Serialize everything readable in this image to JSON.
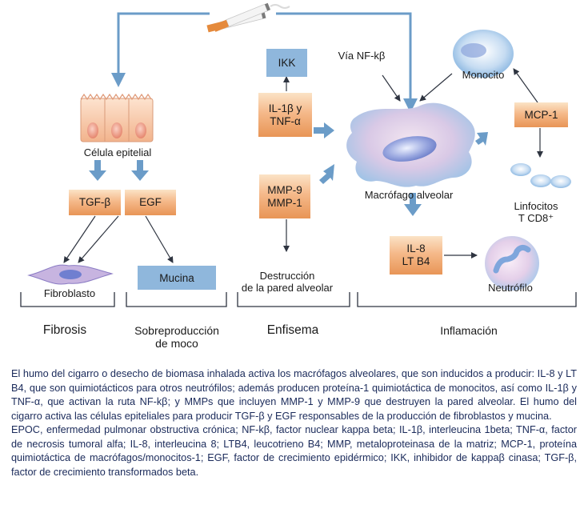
{
  "diagram": {
    "boxes": {
      "ikk": "IKK",
      "il1_tnf_l1": "IL-1β y",
      "il1_tnf_l2": "TNF-α",
      "mmp_l1": "MMP-9",
      "mmp_l2": "MMP-1",
      "mcp1": "MCP-1",
      "tgfb": "TGF-β",
      "egf": "EGF",
      "il8_l1": "IL-8",
      "il8_l2": "LT B4",
      "mucina": "Mucina"
    },
    "labels": {
      "nfkb": "Vía NF-kβ",
      "monocito": "Monocito",
      "celula_epitelial": "Célula epitelial",
      "macrofago": "Macrófago alveolar",
      "linfocitos_l1": "Linfocitos",
      "linfocitos_l2": "T CD8⁺",
      "fibroblasto": "Fibroblasto",
      "neutrofilo": "Neutrófilo",
      "destruccion_l1": "Destrucción",
      "destruccion_l2": "de la pared alveolar"
    },
    "categories": {
      "fibrosis": "Fibrosis",
      "sobreproduccion_l1": "Sobreproducción",
      "sobreproduccion_l2": "de moco",
      "enfisema": "Enfisema",
      "inflamacion": "Inflamación"
    },
    "colors": {
      "arrow_blue": "#6b9cc8",
      "arrow_dark": "#2e3440",
      "box_orange": "#ef9f60",
      "box_blue": "#8fb7dc"
    }
  },
  "caption": {
    "paragraph_1": "El humo del cigarro o desecho de biomasa inhalada activa los macrófagos alveolares, que son inducidos a producir: IL-8 y LT B4, que son quimiotácticos para otros neutrófilos; además producen proteína-1 quimiotáctica de monocitos, así como IL-1β y TNF-α, que activan la ruta NF-kβ; y MMPs que incluyen MMP-1 y MMP-9 que destruyen la pared alveolar. El humo del cigarro activa las células epiteliales para producir TGF-β y EGF responsables de la producción de fibroblastos y mucina.",
    "paragraph_2": "EPOC, enfermedad pulmonar obstructiva crónica; NF-kβ, factor nuclear kappa beta; IL-1β, interleucina 1beta; TNF-α, factor de necrosis tumoral alfa; IL-8, interleucina 8; LTB4, leucotrieno B4; MMP, metaloproteinasa de la matriz; MCP-1, proteína quimiotáctica de macrófagos/monocitos-1; EGF, factor de crecimiento epidérmico; IKK, inhibidor de kappaβ cinasa; TGF-β, factor de crecimiento transformados beta."
  }
}
